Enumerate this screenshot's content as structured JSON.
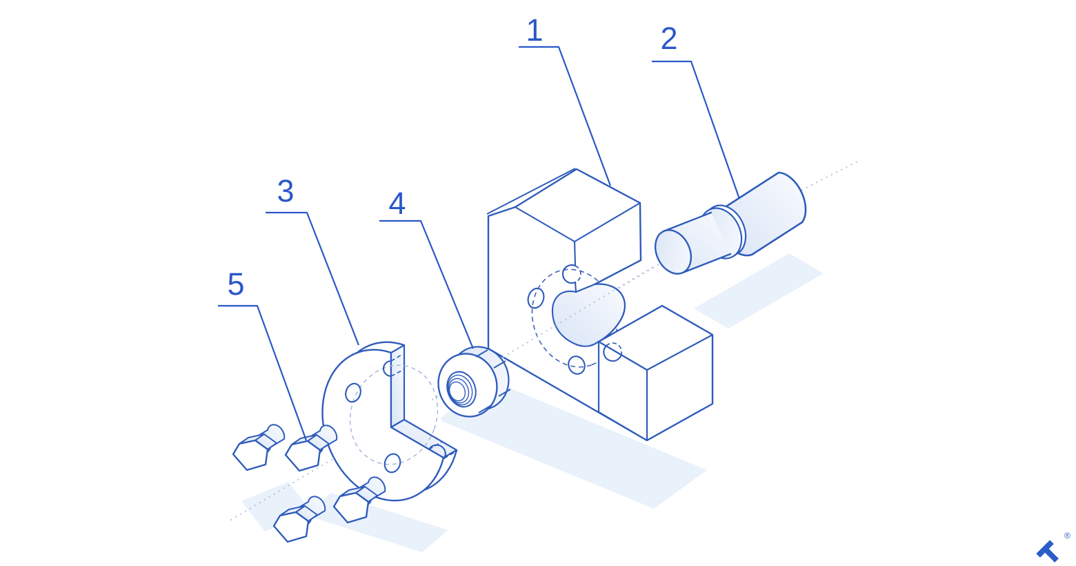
{
  "figure": {
    "kind": "exploded-assembly-technical-illustration",
    "background": "#ffffff"
  },
  "colors": {
    "line": "#2e5bbb",
    "label": "#2a57c8",
    "dashed_detail": "#4a6abe",
    "dashed_light": "#a9bbe0",
    "centerline": "#b9c4da",
    "shadow": "#e9f1fb",
    "fill_light_start": "#d9e4f6",
    "fill_light_end": "#f9fbfe",
    "logo": "#2b5dc9"
  },
  "callouts": [
    {
      "number": "1"
    },
    {
      "number": "2"
    },
    {
      "number": "3"
    },
    {
      "number": "4"
    },
    {
      "number": "5"
    }
  ],
  "logo": {
    "registered_mark": "®"
  }
}
